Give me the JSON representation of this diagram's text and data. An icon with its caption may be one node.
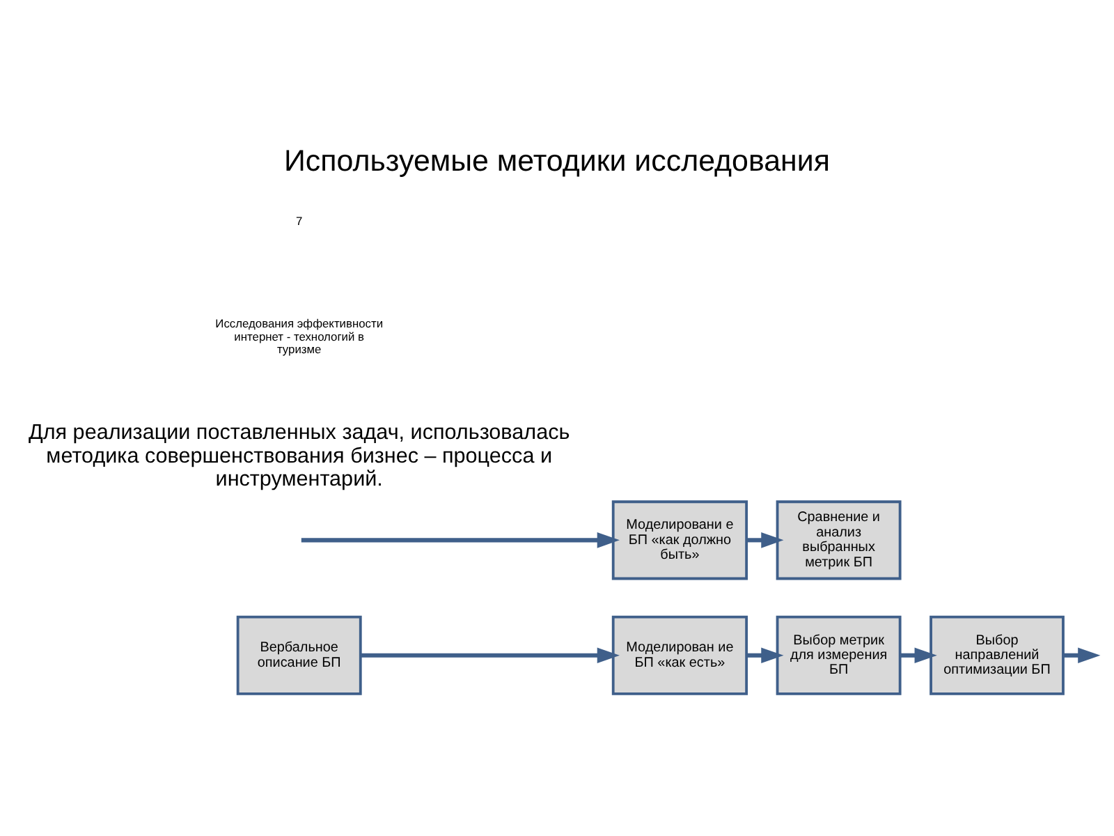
{
  "diagram": {
    "title": "Используемые методики исследования",
    "nodes": [
      {
        "text": [
          "Вербальное описание БП"
        ]
      },
      {
        "text": [
          "Моделирован ие БП «как есть»"
        ]
      },
      {
        "text": [
          "Выбор метрик для измерения БП"
        ]
      },
      {
        "text": [
          "Выбор направлений оптимизации БП"
        ]
      },
      {
        "text": [
          "Моделировани е БП «как должно быть»"
        ]
      },
      {
        "text": [
          "Сравнение и анализ выбранных метрик БП"
        ]
      }
    ],
    "edges": [
      {
        "from": 0,
        "to": 1,
        "arrow": "to"
      },
      {
        "from": 1,
        "to": 2,
        "arrow": "to"
      },
      {
        "from": 2,
        "to": 3,
        "arrow": "to"
      },
      {
        "from": 3,
        "to": null,
        "arrow": "to"
      },
      {
        "from": null,
        "to": 4,
        "arrow": "to"
      },
      {
        "from": 4,
        "to": 5,
        "arrow": "to"
      }
    ],
    "labels": [
      "Для реализации поставленных задач, использовалась методика совершенствования бизнес – процесса и инструментарий.",
      "Исследования эффективности интернет - технологий в туризме",
      "7"
    ]
  }
}
